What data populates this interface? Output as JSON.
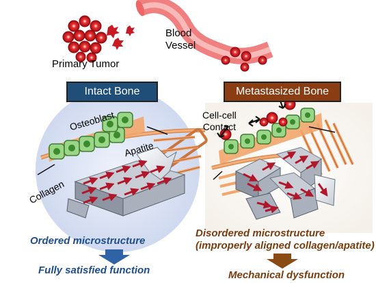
{
  "labels": {
    "primary_tumor": "Primary Tumor",
    "blood_vessel": "Blood\nVessel",
    "intact_bone": "Intact Bone",
    "metastasized_bone": "Metastasized Bone",
    "osteoblast": "Osteoblast",
    "apatite": "Apatite",
    "collagen": "Collagen",
    "cell_contact": "Cell-cell\nContact",
    "ordered": "Ordered microstructure",
    "fully_satisfied": "Fully satisfied function",
    "disordered": "Disordered microstructure\n(improperly aligned collagen/apatite)",
    "mech_dysfunction": "Mechanical dysfunction"
  },
  "colors": {
    "intact_box": "#1f4e79",
    "meta_box": "#8a3c12",
    "tumor_red": "#c0141c",
    "vessel": "#f07f7f",
    "cell_green": "#8fd07a",
    "collagen": "#f2a66b",
    "arrow_blue": "#2f63a6",
    "arrow_brown": "#8a4a14"
  }
}
